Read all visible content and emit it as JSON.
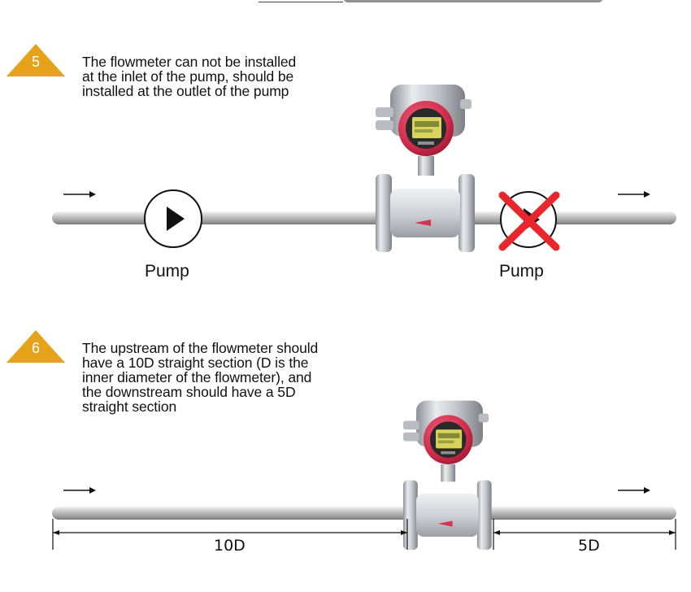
{
  "steps": [
    {
      "number": "5",
      "lines": [
        "The flowmeter can not be installed",
        "at the inlet of the pump, should be",
        "installed at the outlet of the pump"
      ],
      "pump_left_label": "Pump",
      "pump_right_label": "Pump"
    },
    {
      "number": "6",
      "lines": [
        "The upstream of the flowmeter should",
        "have a 10D straight section (D is the",
        "inner diameter of the flowmeter), and",
        "the downstream should have a 5D",
        "straight section"
      ],
      "upstream_label": "10D",
      "downstream_label": "5D"
    }
  ],
  "colors": {
    "badge": "#e6a21a",
    "flowmeter_head": "#d6334f",
    "cross": "#e8262b",
    "display": "#d8d35a"
  }
}
